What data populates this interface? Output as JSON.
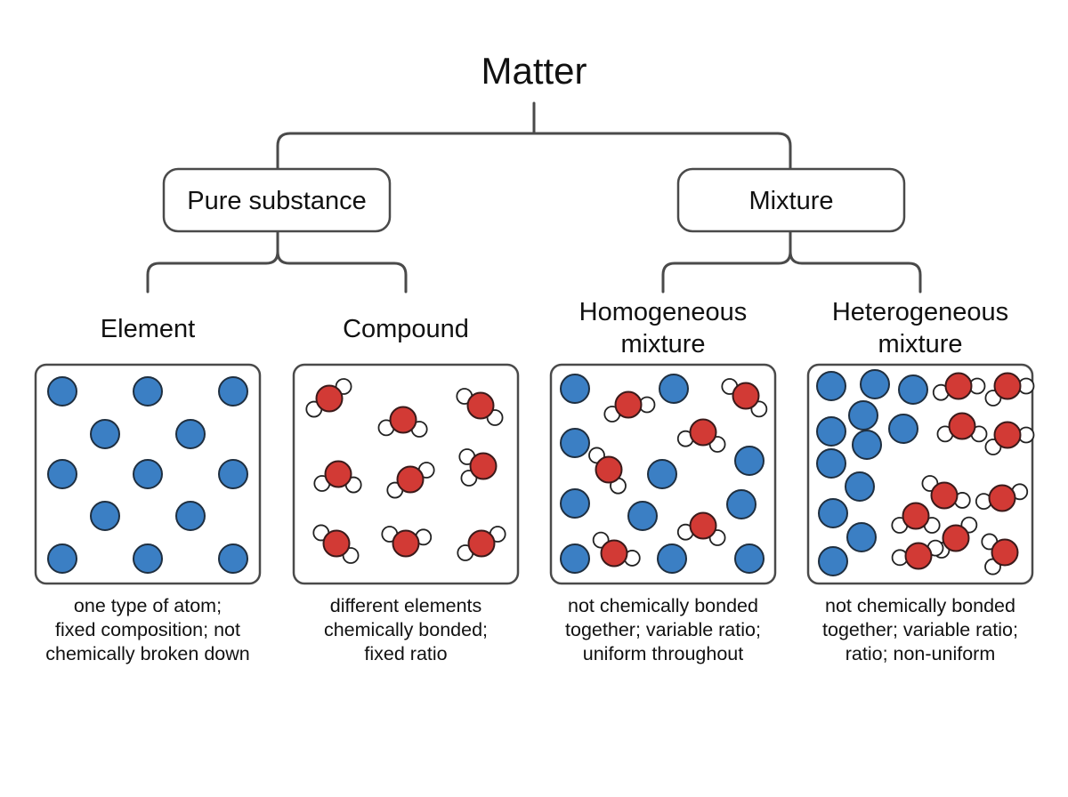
{
  "root": {
    "label": "Matter"
  },
  "level1": [
    {
      "label": "Pure substance"
    },
    {
      "label": "Mixture"
    }
  ],
  "categories": [
    {
      "title_lines": [
        "Element"
      ],
      "desc_lines": [
        "one type of atom;",
        "fixed composition; not",
        "chemically broken down"
      ]
    },
    {
      "title_lines": [
        "Compound"
      ],
      "desc_lines": [
        "different elements",
        "chemically bonded;",
        "fixed ratio"
      ]
    },
    {
      "title_lines": [
        "Homogeneous",
        "mixture"
      ],
      "desc_lines": [
        "not chemically bonded",
        "together; variable ratio;",
        "uniform throughout"
      ]
    },
    {
      "title_lines": [
        "Heterogeneous",
        "mixture"
      ],
      "desc_lines": [
        "not chemically bonded",
        "together; variable ratio;",
        "ratio; non-uniform"
      ]
    }
  ],
  "colors": {
    "atom_blue": "#3b7fc4",
    "atom_red": "#d23a35",
    "atom_white": "#ffffff",
    "line": "#4a4a4a"
  }
}
